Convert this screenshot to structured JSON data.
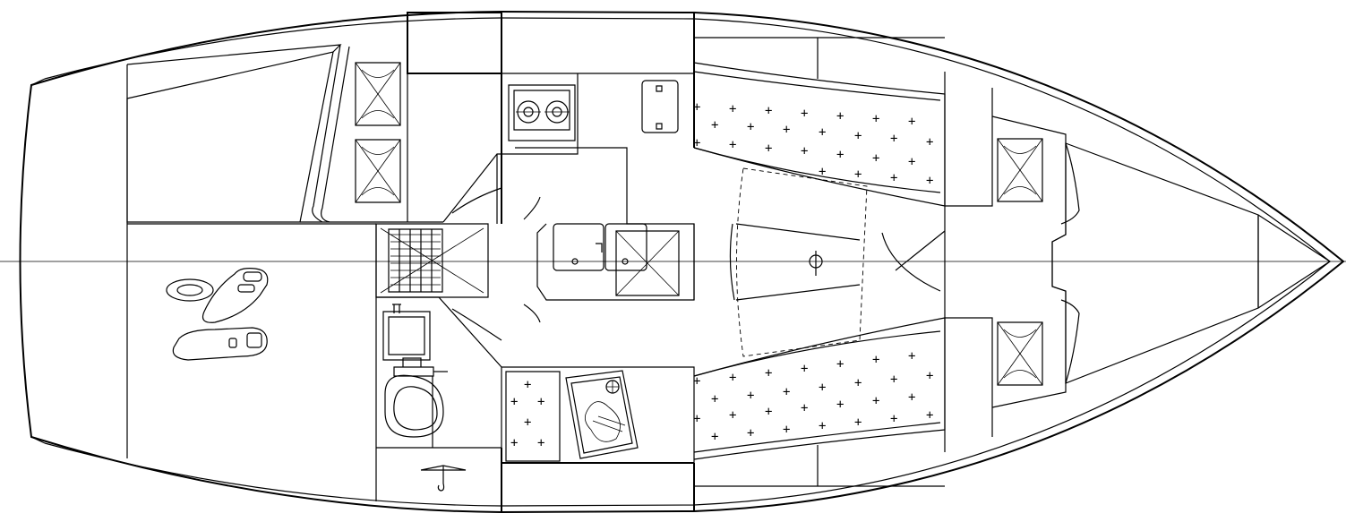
{
  "diagram": {
    "kind": "sailboat interior layout plan",
    "colors": {
      "line": "#000000",
      "background": "#ffffff"
    },
    "areas": [
      {
        "id": "aft-cabin-berth",
        "pattern": "hatched"
      },
      {
        "id": "cockpit-floor",
        "pattern": "plain"
      },
      {
        "id": "companionway-steps",
        "pattern": "treads"
      },
      {
        "id": "head-compartment",
        "pattern": "plain"
      },
      {
        "id": "galley",
        "pattern": "plain"
      },
      {
        "id": "saloon-settee-port",
        "pattern": "cushion-crosses"
      },
      {
        "id": "saloon-settee-starboard",
        "pattern": "cushion-crosses"
      },
      {
        "id": "navigation-station",
        "pattern": "cushion-crosses"
      },
      {
        "id": "saloon-table",
        "pattern": "dashed-outline"
      },
      {
        "id": "forward-cabin-berth",
        "pattern": "hatched"
      }
    ],
    "fixtures": [
      "stove-icon",
      "sink-icon",
      "toilet-icon",
      "chart-table-icon",
      "wash-basin-icon",
      "hatch-icon",
      "mast-step-icon",
      "coat-hanger-icon",
      "fenders-icon"
    ]
  }
}
